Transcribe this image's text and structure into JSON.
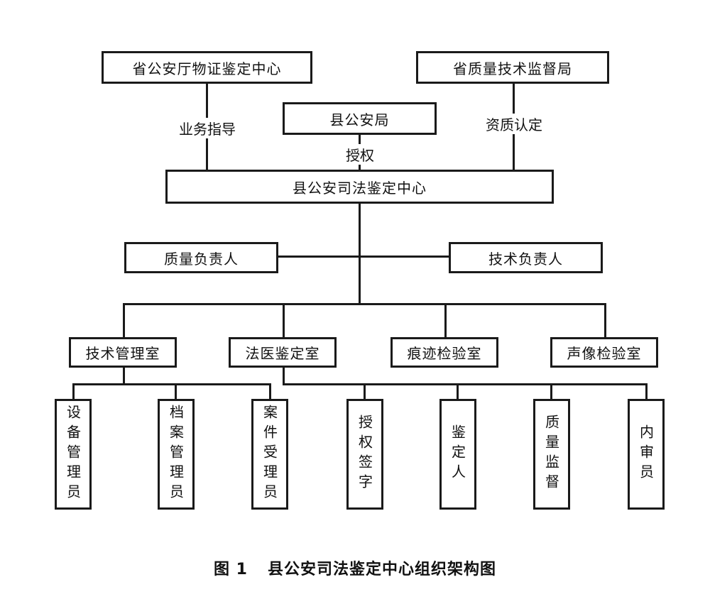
{
  "top": {
    "provincial_forensic_center": "省公安厅物证鉴定中心",
    "quality_bureau": "省质量技术监督局",
    "county_police": "县公安局"
  },
  "links": {
    "business_guidance": "业务指导",
    "authorization": "授权",
    "qualification": "资质认定"
  },
  "center": "县公安司法鉴定中心",
  "managers": {
    "quality": "质量负责人",
    "technical": "技术负责人"
  },
  "rooms": [
    "技术管理室",
    "法医鉴定室",
    "痕迹检验室",
    "声像检验室"
  ],
  "staff": [
    "设备管理员",
    "档案管理员",
    "案件受理员",
    "授权签字",
    "鉴定人",
    "质量监督",
    "内审员"
  ],
  "caption": {
    "number": "图 1",
    "title": "县公安司法鉴定中心组织架构图"
  }
}
